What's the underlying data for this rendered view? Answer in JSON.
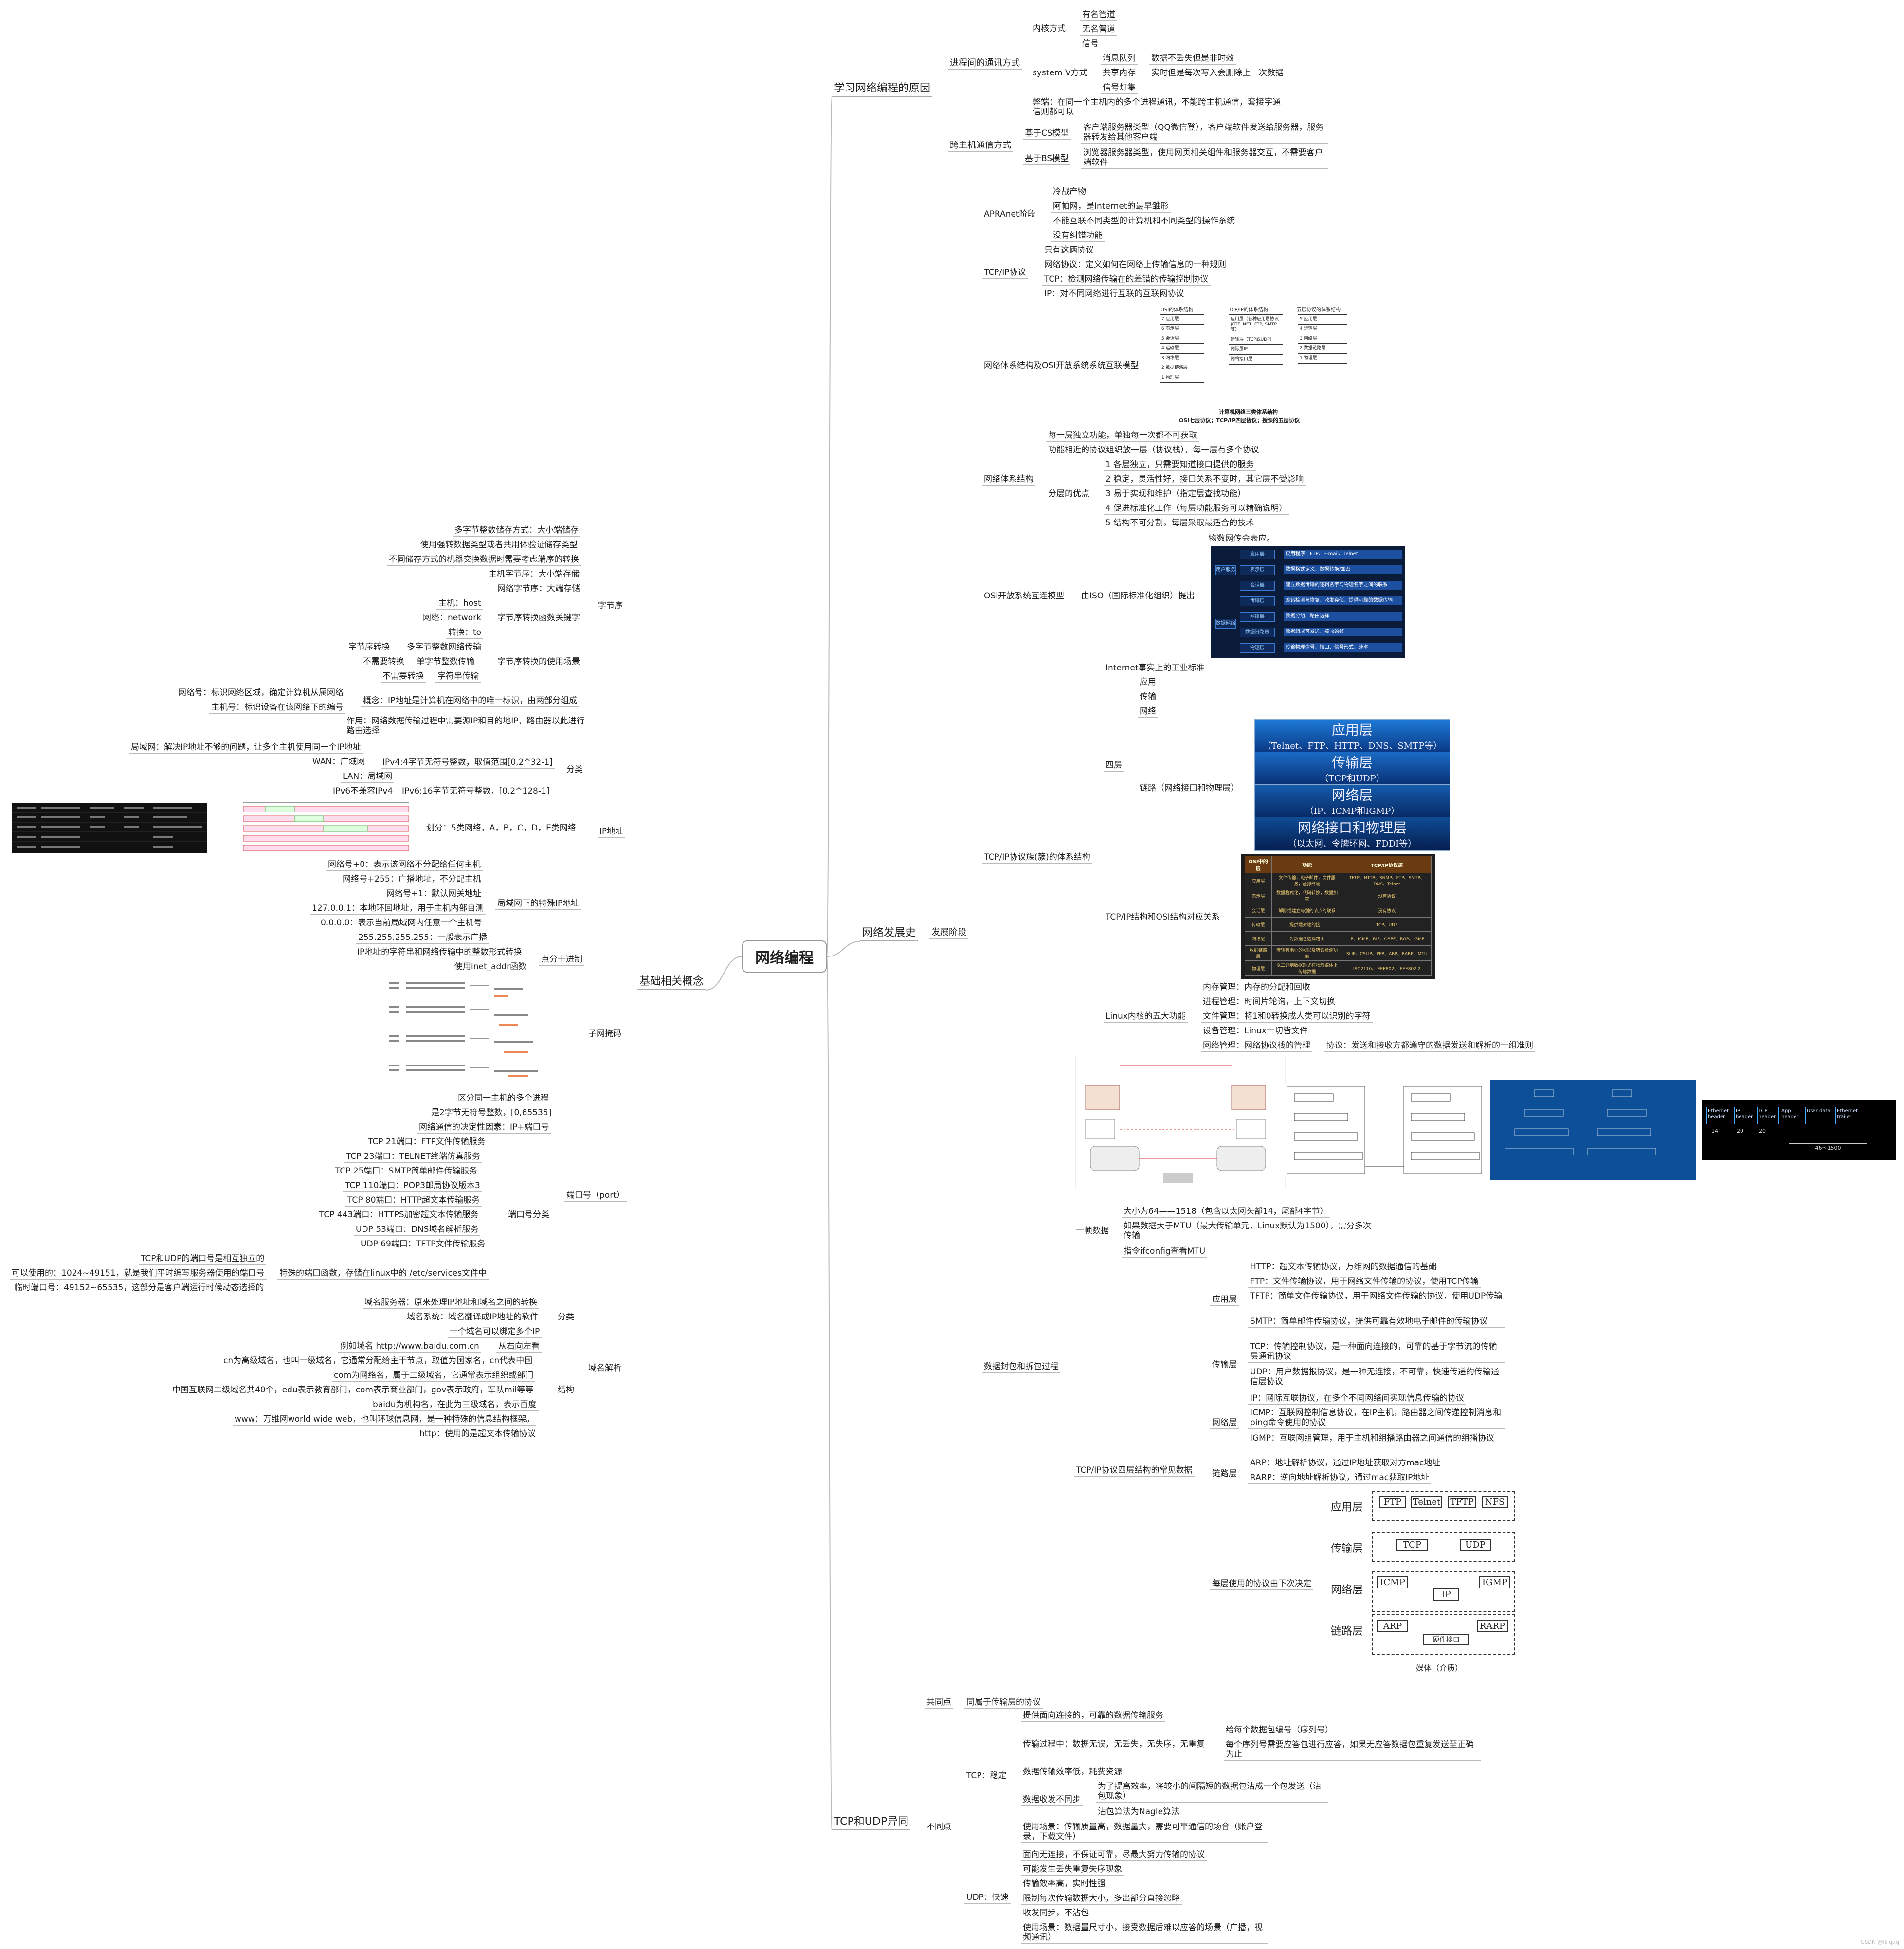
{
  "center": "网络编程",
  "branches": {
    "why": {
      "title": "学习网络编程的原因",
      "ipc": "进程间的通讯方式",
      "kernel": "内核方式",
      "kernel_items": [
        "有名管道",
        "无名管道",
        "信号"
      ],
      "sysv": "system V方式",
      "sysv_items": [
        "消息队列",
        "共享内存",
        "信号灯集"
      ],
      "sysv_notes": [
        "数据不丢失但是非时效",
        "实时但是每次写入会删除上一次数据"
      ],
      "drawback": "弊端：在同一个主机内的多个进程通讯，不能跨主机通信，套接字通信则都可以",
      "cross": "跨主机通信方式",
      "cs": "基于CS模型",
      "cs_note": "客户端服务器类型（QQ微信登），客户端软件发送给服务器，服务器转发给其他客户端",
      "bs": "基于BS模型",
      "bs_note": "浏览器服务器类型，使用网页相关组件和服务器交互，不需要客户端软件"
    },
    "history": {
      "title": "网络发展史",
      "stage": "发展阶段",
      "arpa": "APRAnet阶段",
      "arpa_items": [
        "冷战产物",
        "阿帕网，是Internet的最早雏形",
        "不能互联不同类型的计算机和不同类型的操作系统",
        "没有纠错功能"
      ],
      "tcpip": "TCP/IP协议",
      "tcpip_items": [
        "只有这俩协议",
        "网络协议：定义如何在网络上传输信息的一种规则",
        "TCP：检测网络传输在的差错的传输控制协议",
        "IP：对不同网络进行互联的互联网协议"
      ],
      "arch_osi": "网络体系结构及OSI开放系统系统互联模型",
      "arch_img": {
        "col1_title": "OSI的体系结构",
        "col1": [
          "7  应用层",
          "6  表示层",
          "5  会话层",
          "4  运输层",
          "3  网络层",
          "2  数据链路层",
          "1  物理层"
        ],
        "col2_title": "TCP/IP的体系结构",
        "col2": [
          "应用层（各种应用层协议如TELNET, FTP, SMTP等）",
          "运输层（TCP或UDP）",
          "网际层IP",
          "网络接口层"
        ],
        "col3_title": "五层协议的体系结构",
        "col3": [
          "5  应用层",
          "4  运输层",
          "3  网络层",
          "2  数据链路层",
          "1  物理层"
        ],
        "caption1": "计算机网络三类体系结构",
        "caption2": "OSI七层协议；TCP/IP四层协议；授课的五层协议"
      },
      "arch": "网络体系结构",
      "arch_items": [
        "每一层独立功能，单独每一次都不可获取",
        "功能相近的协议组织放一层（协议栈），每一层有多个协议"
      ],
      "merits": "分层的优点",
      "merits_items": [
        "1 各层独立，只需要知道接口提供的服务",
        "2 稳定，灵活性好，接口关系不变时，其它层不受影响",
        "3 易于实现和维护（指定层查找功能）",
        "4 促进标准化工作（每层功能服务可以精确说明）",
        "5 结构不可分割，每层采取最适合的技术"
      ],
      "osi_model": "OSI开放系统互连模型",
      "osi_by": "由ISO（国际标准化组织）提出",
      "osi_caption": "物数网传会表应。",
      "osi_img": {
        "left": [
          "应用层",
          "用户服务",
          "表示层",
          "会话层",
          "传输层",
          "数据网络",
          "网络层",
          "数据链路层",
          "物理层"
        ],
        "rows": [
          "应用程序：FTP、E-mail、Telnet",
          "数据格式定义、数据转换/加密",
          "建立数据传输的逻辑名字与物理名字之间的联系",
          "差错检测与恢复、收发存储、提供可靠的数据传输",
          "数据分组、路由选择",
          "数据组成可发送、接收的帧",
          "传输物理信号、接口、信号形式、速率"
        ]
      },
      "tcpip_arch": "TCP/IP协议族(簇)的体系结构",
      "industry": "Internet事实上的工业标准",
      "four": "四层",
      "four_items": [
        "应用",
        "传输",
        "网络",
        "链路（网络接口和物理层）"
      ],
      "stack": {
        "app": "应用层",
        "app_sub": "（Telnet、FTP、HTTP、DNS、SMTP等）",
        "trans": "传输层",
        "trans_sub": "（TCP和UDP）",
        "net": "网络层",
        "net_sub": "（IP、ICMP和IGMP）",
        "link": "网络接口和物理层",
        "link_sub": "（以太网、令牌环网、FDDI等）"
      },
      "tcpip_vs_osi": "TCP/IP结构和OSI结构对应关系",
      "cmp_table": {
        "headers": [
          "OSI中的层",
          "功能",
          "TCP/IP协议族"
        ],
        "rows": [
          [
            "应用层",
            "文件传输，电子邮件，文件服务，虚拟终端",
            "TFTP、HTTP、SNMP、FTP、SMTP、DNS、Telnet"
          ],
          [
            "表示层",
            "数据格式化，代码转换，数据加密",
            "没有协议"
          ],
          [
            "会话层",
            "解除或建立与别的节点的联系",
            "没有协议"
          ],
          [
            "传输层",
            "提供端对端的接口",
            "TCP、UDP"
          ],
          [
            "网络层",
            "为数据包选择路由",
            "IP、ICMP、RIP、OSPF、BGP、IGMP"
          ],
          [
            "数据链路层",
            "传输有地址的帧以及错误检测功能",
            "SLIP、CSLIP、PPP、ARP、RARP、MTU"
          ],
          [
            "物理层",
            "以二进制数据形式在物理媒体上传输数据",
            "ISO2110、IEEE802、IEEE802.2"
          ]
        ]
      },
      "linux": "Linux内核的五大功能",
      "linux_items": [
        "内存管理：内存的分配和回收",
        "进程管理：时间片轮询，上下文切换",
        "文件管理：将1和0转换成人类可以识别的字符",
        "设备管理：Linux一切皆文件",
        "网络管理：网络协议栈的管理"
      ],
      "protocol": "协议：发送和接收方都遵守的数据发送和解析的一组准则",
      "encap": "数据封包和拆包过程",
      "frame": "一帧数据",
      "frame_items": [
        "大小为64——1518（包含以太网头部14，尾部4字节）",
        "如果数据大于MTU（最大传输单元，Linux默认为1500），需分多次传输",
        "指令ifconfig查看MTU"
      ],
      "frame_img": {
        "hdrs": [
          "Ethernet header",
          "IP header",
          "TCP header",
          "App header",
          "User data",
          "Ethernet trailer"
        ],
        "nums": [
          "14",
          "20",
          "20"
        ],
        "range": "46～1500"
      },
      "common": "TCP/IP协议四层结构的常见数据",
      "app_layer": "应用层",
      "app_items": [
        "HTTP：超文本传输协议，万维网的数据通信的基础",
        "FTP：文件传输协议，用于网络文件传输的协议，使用TCP传输",
        "TFTP：简单文件传输协议，用于网络文件传输的协议，使用UDP传输",
        "SMTP：简单邮件传输协议，提供可靠有效地电子邮件的传输协议"
      ],
      "trans_layer": "传输层",
      "trans_items": [
        "TCP：传输控制协议，是一种面向连接的，可靠的基于字节流的传输层通讯协议",
        "UDP：用户数据报协议，是一种无连接，不可靠，快速传递的传输通信层协议"
      ],
      "net_layer": "网络层",
      "net_items": [
        "IP：网际互联协议，在多个不同网络间实现信息传输的协议",
        "ICMP：互联网控制信息协议，在IP主机，路由器之间传递控制消息和ping命令使用的协议",
        "IGMP：互联网组管理，用于主机和组播路由器之间通信的组播协议"
      ],
      "link_layer": "链路层",
      "link_items": [
        "ARP：地址解析协议，通过IP地址获取对方mac地址",
        "RARP：逆向地址解析协议，通过mac获取IP地址"
      ],
      "order": "每层使用的协议由下次决定",
      "order_img": {
        "layers": [
          "应用层",
          "传输层",
          "网络层",
          "链路层"
        ],
        "app": [
          "FTP",
          "Telnet",
          "TFTP",
          "NFS"
        ],
        "trans": [
          "TCP",
          "UDP"
        ],
        "net": [
          "ICMP",
          "IP",
          "IGMP"
        ],
        "link": [
          "ARP",
          "硬件接口",
          "RARP"
        ],
        "media": "媒体（介质）"
      }
    },
    "basics": {
      "title": "基础相关概念",
      "byteorder": "字节序",
      "bo_items": [
        "多字节整数储存方式：大小端储存",
        "使用强转数据类型或者共用体验证储存类型",
        "不同储存方式的机器交换数据时需要考虑端序的转换",
        "主机字节序：大小端存储",
        "网络字节序：大端存储"
      ],
      "conv_kw": "字节序转换函数关键字",
      "conv_items": [
        "主机：host",
        "网络：network",
        "转换：to"
      ],
      "conv_use": "字节序转换的使用场景",
      "use_items": [
        "字节序转换",
        "不需要转换",
        "不需要转换"
      ],
      "use_items2": [
        "多字节整数网络传输",
        "单字节整数传输",
        "字符串传输"
      ],
      "ip": "IP地址",
      "concept": "概念：IP地址是计算机在网络中的唯一标识，由两部分组成",
      "concept_items": [
        "网络号：标识网络区域，确定计算机从属网络",
        "主机号：标识设备在该网络下的编号"
      ],
      "purpose": "作用：网络数据传输过程中需要源IP和目的地IP，路由器以此进行路由选择",
      "classify": "分类",
      "ipv4": "IPv4:4字节无符号整数，取值范围[0,2^32-1]",
      "lan_note": "局域网：解决IP地址不够的问题，让多个主机使用同一个IP地址",
      "wan": "WAN：广域网",
      "lan": "LAN：局域网",
      "ipv6_compat": "IPv6不兼容IPv4",
      "ipv6": "IPv6:16字节无符号整数，[0,2^128-1]",
      "classes": "划分：5类网络，A，B，C，D，E类网络",
      "special": "局域网下的特殊IP地址",
      "special_items": [
        "网络号+0：表示该网络不分配给任何主机",
        "网络号+255：广播地址，不分配主机",
        "网络号+1：默认网关地址",
        "127.0.0.1：本地环回地址，用于主机内部自测",
        "0.0.0.0：表示当前局域网内任意一个主机号",
        "255.255.255.255：一般表示广播"
      ],
      "dotted": "点分十进制",
      "dotted_items": [
        "IP地址的字符串和网络传输中的整数形式转换",
        "使用inet_addr函数"
      ],
      "mask": "子网掩码",
      "port": "端口号（port）",
      "port_items": [
        "区分同一主机的多个进程",
        "是2字节无符号整数，[0,65535]",
        "网络通信的决定性因素：IP+端口号"
      ],
      "port_class": "端口号分类",
      "port_list": [
        "TCP 21端口：FTP文件传输服务",
        "TCP 23端口：TELNET终端仿真服务",
        "TCP 25端口：SMTP简单邮件传输服务",
        "TCP 110端口：POP3邮局协议版本3",
        "TCP 80端口：HTTP超文本传输服务",
        "TCP 443端口：HTTPS加密超文本传输服务",
        "UDP 53端口：DNS域名解析服务",
        "UDP 69端口：TFTP文件传输服务"
      ],
      "special_fn": "特殊的端口函数，存储在linux中的 /etc/services文件中",
      "fn_items": [
        "TCP和UDP的端口号是相互独立的",
        "可以使用的：1024~49151，就是我们平时编写服务器使用的端口号",
        "临时端口号：49152~65535，这部分是客户端运行时候动态选择的"
      ],
      "dns": "域名解析",
      "dns_class": "分类",
      "dns_items": [
        "域名服务器：原来处理IP地址和域名之间的转换",
        "域名系统：域名翻译成IP地址的软件",
        "一个域名可以绑定多个IP"
      ],
      "structure": "结构",
      "struct_items": [
        "例如域名 http://www.baidu.com.cn",
        "cn为高级域名，也叫一级域名，它通常分配给主干节点，取值为国家名，cn代表中国",
        "com为网络名，属于二级域名，它通常表示组织或部门",
        "中国互联网二级域名共40个，edu表示教育部门，com表示商业部门，gov表示政府，军队mil等等",
        "baidu为机构名，在此为三级域名，表示百度",
        "www：万维网world wide web，也叫环球信息网，是一种特殊的信息结构框架。",
        "http：使用的是超文本传输协议"
      ],
      "rtl": "从右向左看"
    },
    "tcpudp": {
      "title": "TCP和UDP异同",
      "same": "共同点",
      "same_item": "同属于传输层的协议",
      "diff": "不同点",
      "tcp": "TCP：稳定",
      "tcp_items": [
        "提供面向连接的，可靠的数据传输服务",
        "数据传输效率低，耗费资源",
        "使用场景：传输质量高，数据量大，需要可靠通信的场合（账户登录，下载文件）"
      ],
      "tcp_proc": "传输过程中：数据无误，无丢失，无失序，无重复",
      "proc_items": [
        "给每个数据包编号（序列号）",
        "每个序列号需要应答包进行应答，如果无应答数据包重复发送至正确为止"
      ],
      "sticky": "数据收发不同步",
      "sticky_items": [
        "为了提高效率，将较小的间隔短的数据包沾成一个包发送（沾包现象）",
        "沾包算法为Nagle算法"
      ],
      "udp": "UDP：快速",
      "udp_items": [
        "面向无连接，不保证可靠，尽最大努力传输的协议",
        "可能发生丢失重复失序现象",
        "传输效率高，实时性强",
        "限制每次传输数据大小，多出部分直接忽略",
        "收发同步，不沾包",
        "使用场景：数据量尺寸小，接受数据后难以应答的场景（广播，视频通讯）"
      ]
    }
  },
  "watermark": "CSDN @lklqqq",
  "colors": {
    "line": "#b8b8b8",
    "osi_bg": "#0a1530",
    "stack_blue": "#1560b8",
    "cmp_bg": "#1d1d1d"
  }
}
